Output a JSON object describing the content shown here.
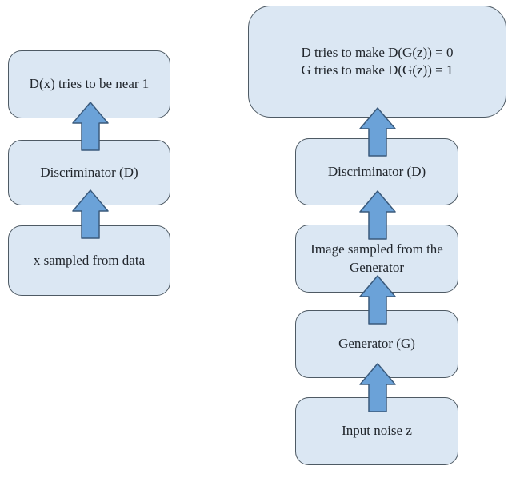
{
  "colors": {
    "background": "#ffffff",
    "box_fill": "#dbe7f3",
    "box_border": "#4e5a64",
    "arrow_fill": "#6ba2d8",
    "arrow_border": "#3a5a7c",
    "text": "#21262c"
  },
  "diagram": {
    "left_flow": {
      "top": {
        "label": "D(x) tries to be near 1"
      },
      "middle": {
        "label": "Discriminator (D)"
      },
      "bottom": {
        "label": "x sampled from data"
      }
    },
    "right_flow": {
      "goal": {
        "line1": "D tries to make D(G(z)) = 0",
        "line2": "G tries to make D(G(z)) = 1"
      },
      "discriminator": {
        "label": "Discriminator (D)"
      },
      "image": {
        "label": "Image sampled from the Generator"
      },
      "generator": {
        "label": "Generator (G)"
      },
      "noise": {
        "label": "Input noise z"
      }
    }
  }
}
